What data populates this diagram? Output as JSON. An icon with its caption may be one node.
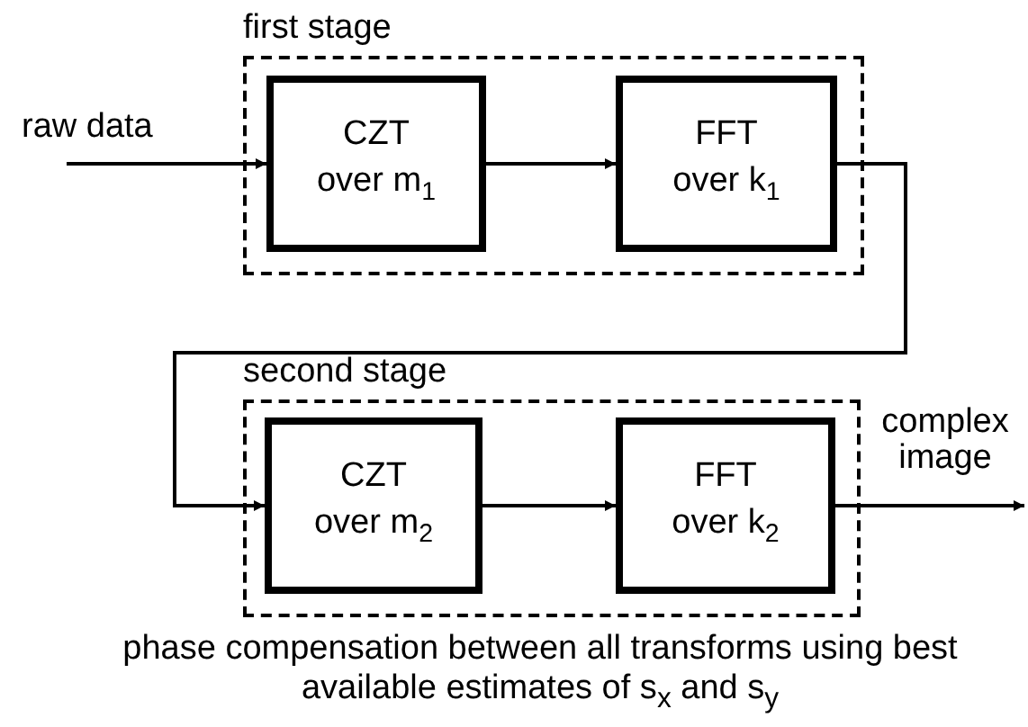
{
  "diagram": {
    "caption": "phase compensation between all transforms using best available estimates of s$_{x}$ and s$_{y}$",
    "nodes": [
      {
        "text": [
          "raw data"
        ]
      },
      {
        "text": [
          "first stage"
        ]
      },
      {
        "text": [
          "CZT",
          "over m$_{1}$"
        ],
        "in": 1
      },
      {
        "text": [
          "FFT",
          "over k$_{1}$"
        ],
        "in": 1
      },
      {
        "text": [
          "second stage"
        ]
      },
      {
        "text": [
          "CZT",
          "over m$_{2}$"
        ],
        "in": 4
      },
      {
        "text": [
          "FFT",
          "over k$_{2}$"
        ],
        "in": 4
      }
    ],
    "edges": [
      {
        "from": 0,
        "to": 2,
        "arrow": "to"
      },
      {
        "from": 2,
        "to": 3,
        "arrow": "to"
      },
      {
        "from": 3,
        "to": 5,
        "arrow": "to"
      },
      {
        "from": 5,
        "to": 6,
        "arrow": "to"
      },
      {
        "from": 6,
        "to": null,
        "arrow": "to",
        "label": "complex image"
      }
    ]
  }
}
